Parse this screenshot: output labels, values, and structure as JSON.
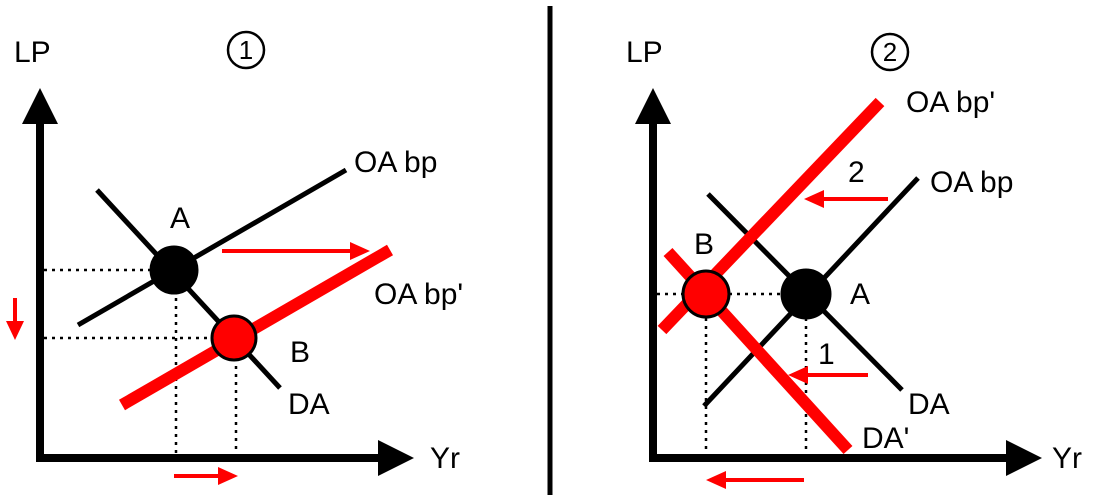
{
  "colors": {
    "ink": "#000000",
    "shift": "#ff0000"
  },
  "panel1": {
    "number": "1",
    "y_axis": "LP",
    "x_axis": "Yr",
    "curves": {
      "supply": "OA bp",
      "supply_new": "OA bp'",
      "demand": "DA"
    },
    "points": {
      "initial": "A",
      "final": "B"
    }
  },
  "panel2": {
    "number": "2",
    "y_axis": "LP",
    "x_axis": "Yr",
    "curves": {
      "supply": "OA bp",
      "supply_new": "OA bp'",
      "demand": "DA",
      "demand_new": "DA'"
    },
    "points": {
      "initial": "A",
      "final": "B"
    },
    "shift_steps": {
      "first": "1",
      "second": "2"
    }
  }
}
